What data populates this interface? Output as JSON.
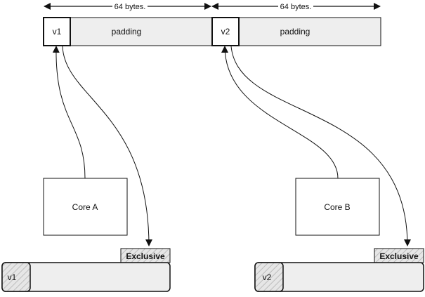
{
  "cache_line": {
    "width_label": "64 bytes.",
    "segments": [
      {
        "value_label": "v1",
        "padding_label": "padding"
      },
      {
        "value_label": "v2",
        "padding_label": "padding"
      }
    ]
  },
  "cores": [
    {
      "label": "Core A"
    },
    {
      "label": "Core B"
    }
  ],
  "local_copies": [
    {
      "value_label": "v1",
      "state_label": "Exclusive"
    },
    {
      "value_label": "v2",
      "state_label": "Exclusive"
    }
  ]
}
